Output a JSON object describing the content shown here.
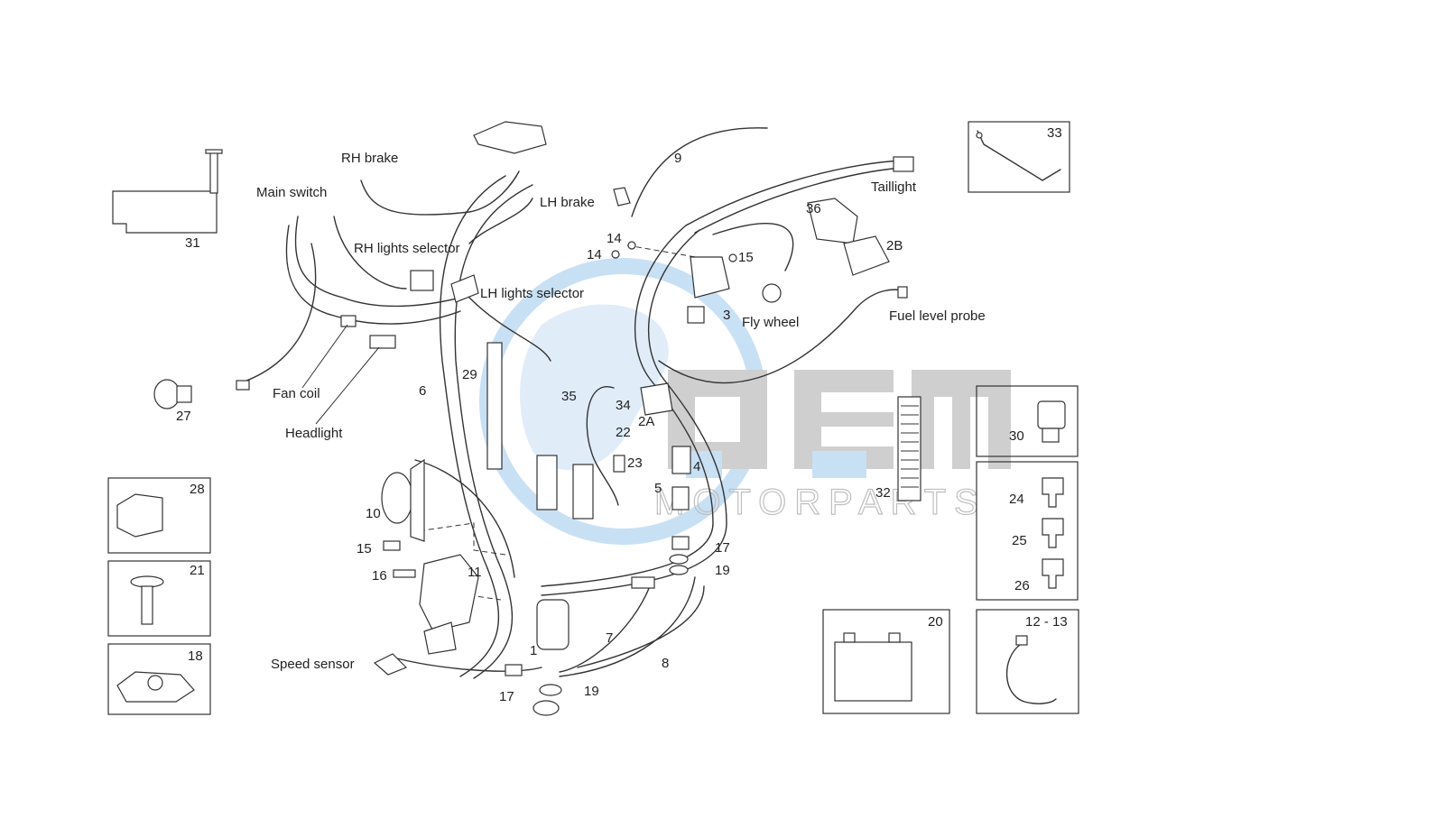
{
  "labels": {
    "rh_brake": "RH brake",
    "main_switch": "Main switch",
    "lh_brake": "LH brake",
    "rh_lights_selector": "RH lights selector",
    "lh_lights_selector": "LH lights selector",
    "taillight": "Taillight",
    "fly_wheel": "Fly wheel",
    "fuel_level_probe": "Fuel level probe",
    "fan_coil": "Fan coil",
    "headlight": "Headlight",
    "speed_sensor": "Speed sensor"
  },
  "numbers": {
    "n31": "31",
    "n33": "33",
    "n9": "9",
    "n36": "36",
    "n2b": "2B",
    "n14a": "14",
    "n14b": "14",
    "n15a": "15",
    "n3": "3",
    "n27": "27",
    "n6": "6",
    "n29": "29",
    "n35": "35",
    "n34": "34",
    "n2a": "2A",
    "n22": "22",
    "n23": "23",
    "n4": "4",
    "n5": "5",
    "n32": "32",
    "n30": "30",
    "n24": "24",
    "n25": "25",
    "n26": "26",
    "n28": "28",
    "n10": "10",
    "n15b": "15",
    "n16": "16",
    "n11": "11",
    "n17a": "17",
    "n19a": "19",
    "n21": "21",
    "n7": "7",
    "n1": "1",
    "n8": "8",
    "n18": "18",
    "n17b": "17",
    "n19b": "19",
    "n20": "20",
    "n12_13": "12 - 13"
  },
  "watermark": {
    "logo": "OEM",
    "tagline": "MOTORPARTS"
  },
  "colors": {
    "line": "#333333",
    "watermark_blue": "#9cc8ec",
    "watermark_gray": "#8a8a8a"
  }
}
